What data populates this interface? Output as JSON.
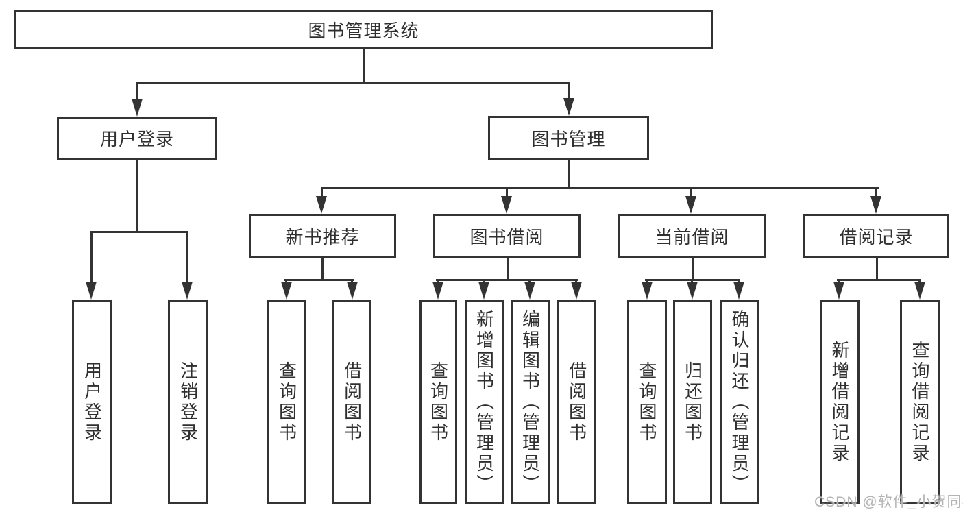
{
  "diagram_title": "图书管理系统",
  "nodes": {
    "root": "图书管理系统",
    "level2": [
      "用户登录",
      "图书管理"
    ],
    "level3": [
      "新书推荐",
      "图书借阅",
      "当前借阅",
      "借阅记录"
    ],
    "leaves": [
      "用户登录",
      "注销登录",
      "查询图书",
      "借阅图书",
      "查询图书",
      "新增图书（管理员）",
      "编辑图书（管理员）",
      "借阅图书",
      "查询图书",
      "归还图书",
      "确认归还（管理员）",
      "新增借阅记录",
      "查询借阅记录"
    ]
  },
  "watermark": "CSDN @软件_小贺同学",
  "colors": {
    "line": "#333333",
    "text": "#2f2f2f",
    "background": "#ffffff",
    "watermark": "#b4b4b4"
  }
}
